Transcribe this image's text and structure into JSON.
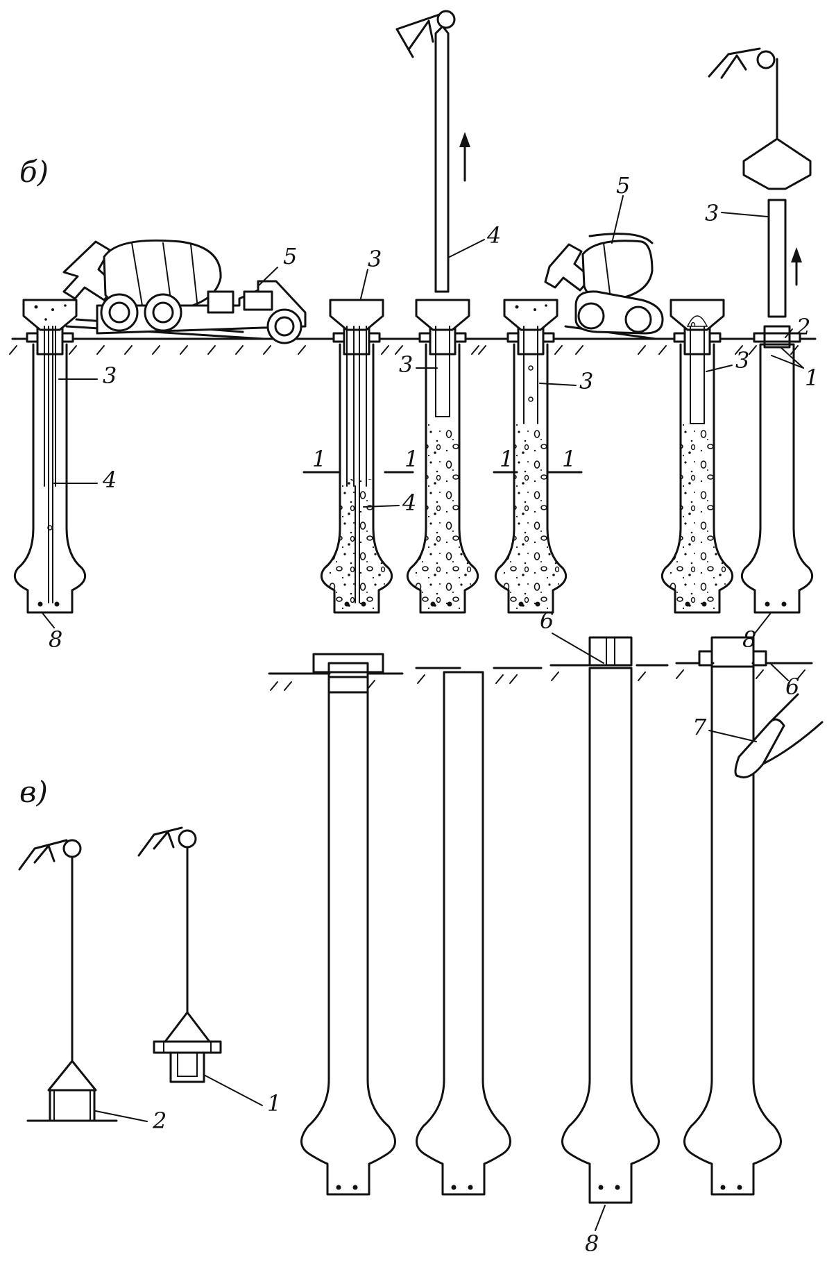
{
  "sections": {
    "b": {
      "letter": "б)"
    },
    "v": {
      "letter": "в)"
    }
  },
  "labels": {
    "n1": "1",
    "n2": "2",
    "n3": "3",
    "n4": "4",
    "n5": "5",
    "n6": "6",
    "n7": "7",
    "n8": "8"
  },
  "colors": {
    "ink": "#111111",
    "paper": "#ffffff"
  }
}
